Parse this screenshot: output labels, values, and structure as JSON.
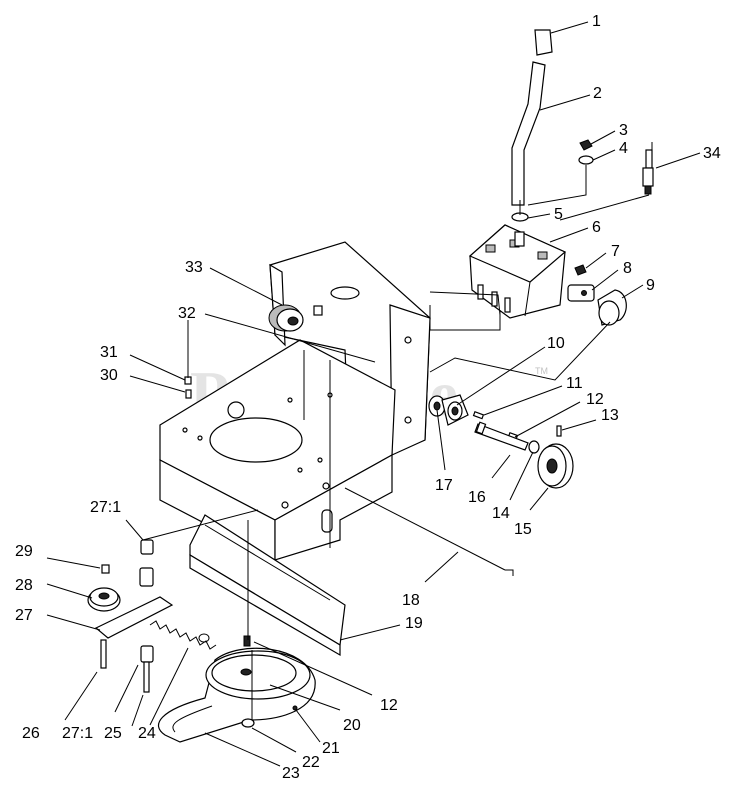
{
  "watermark": "PartsTree",
  "trademark": "TM",
  "callouts": [
    {
      "id": "c1",
      "label": "1"
    },
    {
      "id": "c2",
      "label": "2"
    },
    {
      "id": "c3",
      "label": "3"
    },
    {
      "id": "c4",
      "label": "4"
    },
    {
      "id": "c34",
      "label": "34"
    },
    {
      "id": "c5",
      "label": "5"
    },
    {
      "id": "c6",
      "label": "6"
    },
    {
      "id": "c7",
      "label": "7"
    },
    {
      "id": "c8",
      "label": "8"
    },
    {
      "id": "c9",
      "label": "9"
    },
    {
      "id": "c33",
      "label": "33"
    },
    {
      "id": "c32",
      "label": "32"
    },
    {
      "id": "c31",
      "label": "31"
    },
    {
      "id": "c30",
      "label": "30"
    },
    {
      "id": "c10",
      "label": "10"
    },
    {
      "id": "c11",
      "label": "11"
    },
    {
      "id": "c12a",
      "label": "12"
    },
    {
      "id": "c13",
      "label": "13"
    },
    {
      "id": "c17",
      "label": "17"
    },
    {
      "id": "c16",
      "label": "16"
    },
    {
      "id": "c14",
      "label": "14"
    },
    {
      "id": "c15",
      "label": "15"
    },
    {
      "id": "c27a",
      "label": "27:1"
    },
    {
      "id": "c29",
      "label": "29"
    },
    {
      "id": "c28",
      "label": "28"
    },
    {
      "id": "c27",
      "label": "27"
    },
    {
      "id": "c18",
      "label": "18"
    },
    {
      "id": "c19",
      "label": "19"
    },
    {
      "id": "c12b",
      "label": "12"
    },
    {
      "id": "c20",
      "label": "20"
    },
    {
      "id": "c26",
      "label": "26"
    },
    {
      "id": "c27b",
      "label": "27:1"
    },
    {
      "id": "c25",
      "label": "25"
    },
    {
      "id": "c24",
      "label": "24"
    },
    {
      "id": "c21",
      "label": "21"
    },
    {
      "id": "c22",
      "label": "22"
    },
    {
      "id": "c23",
      "label": "23"
    }
  ]
}
